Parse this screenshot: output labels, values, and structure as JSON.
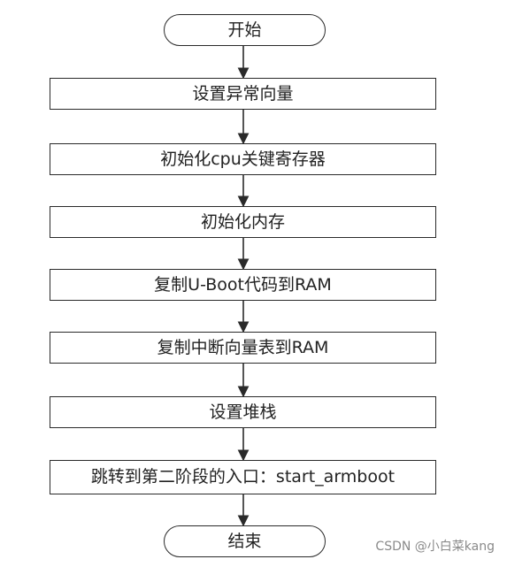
{
  "flowchart": {
    "start": "开始",
    "steps": [
      "设置异常向量",
      "初始化cpu关键寄存器",
      "初始化内存",
      "复制U-Boot代码到RAM",
      "复制中断向量表到RAM",
      "设置堆栈",
      "跳转到第二阶段的入口：start_armboot"
    ],
    "end": "结束"
  },
  "watermark": "CSDN @小白菜kang"
}
